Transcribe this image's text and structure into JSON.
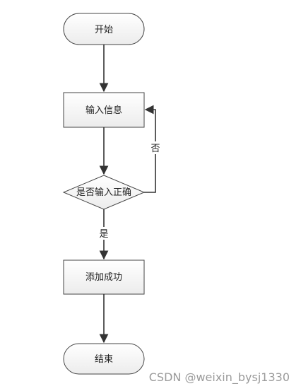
{
  "diagram": {
    "nodes": {
      "start": "开始",
      "input": "输入信息",
      "check": "是否输入正确",
      "success": "添加成功",
      "end": "结束"
    },
    "edges": {
      "no_label": "否",
      "yes_label": "是"
    }
  },
  "watermark": "CSDN @weixin_bysj1330"
}
